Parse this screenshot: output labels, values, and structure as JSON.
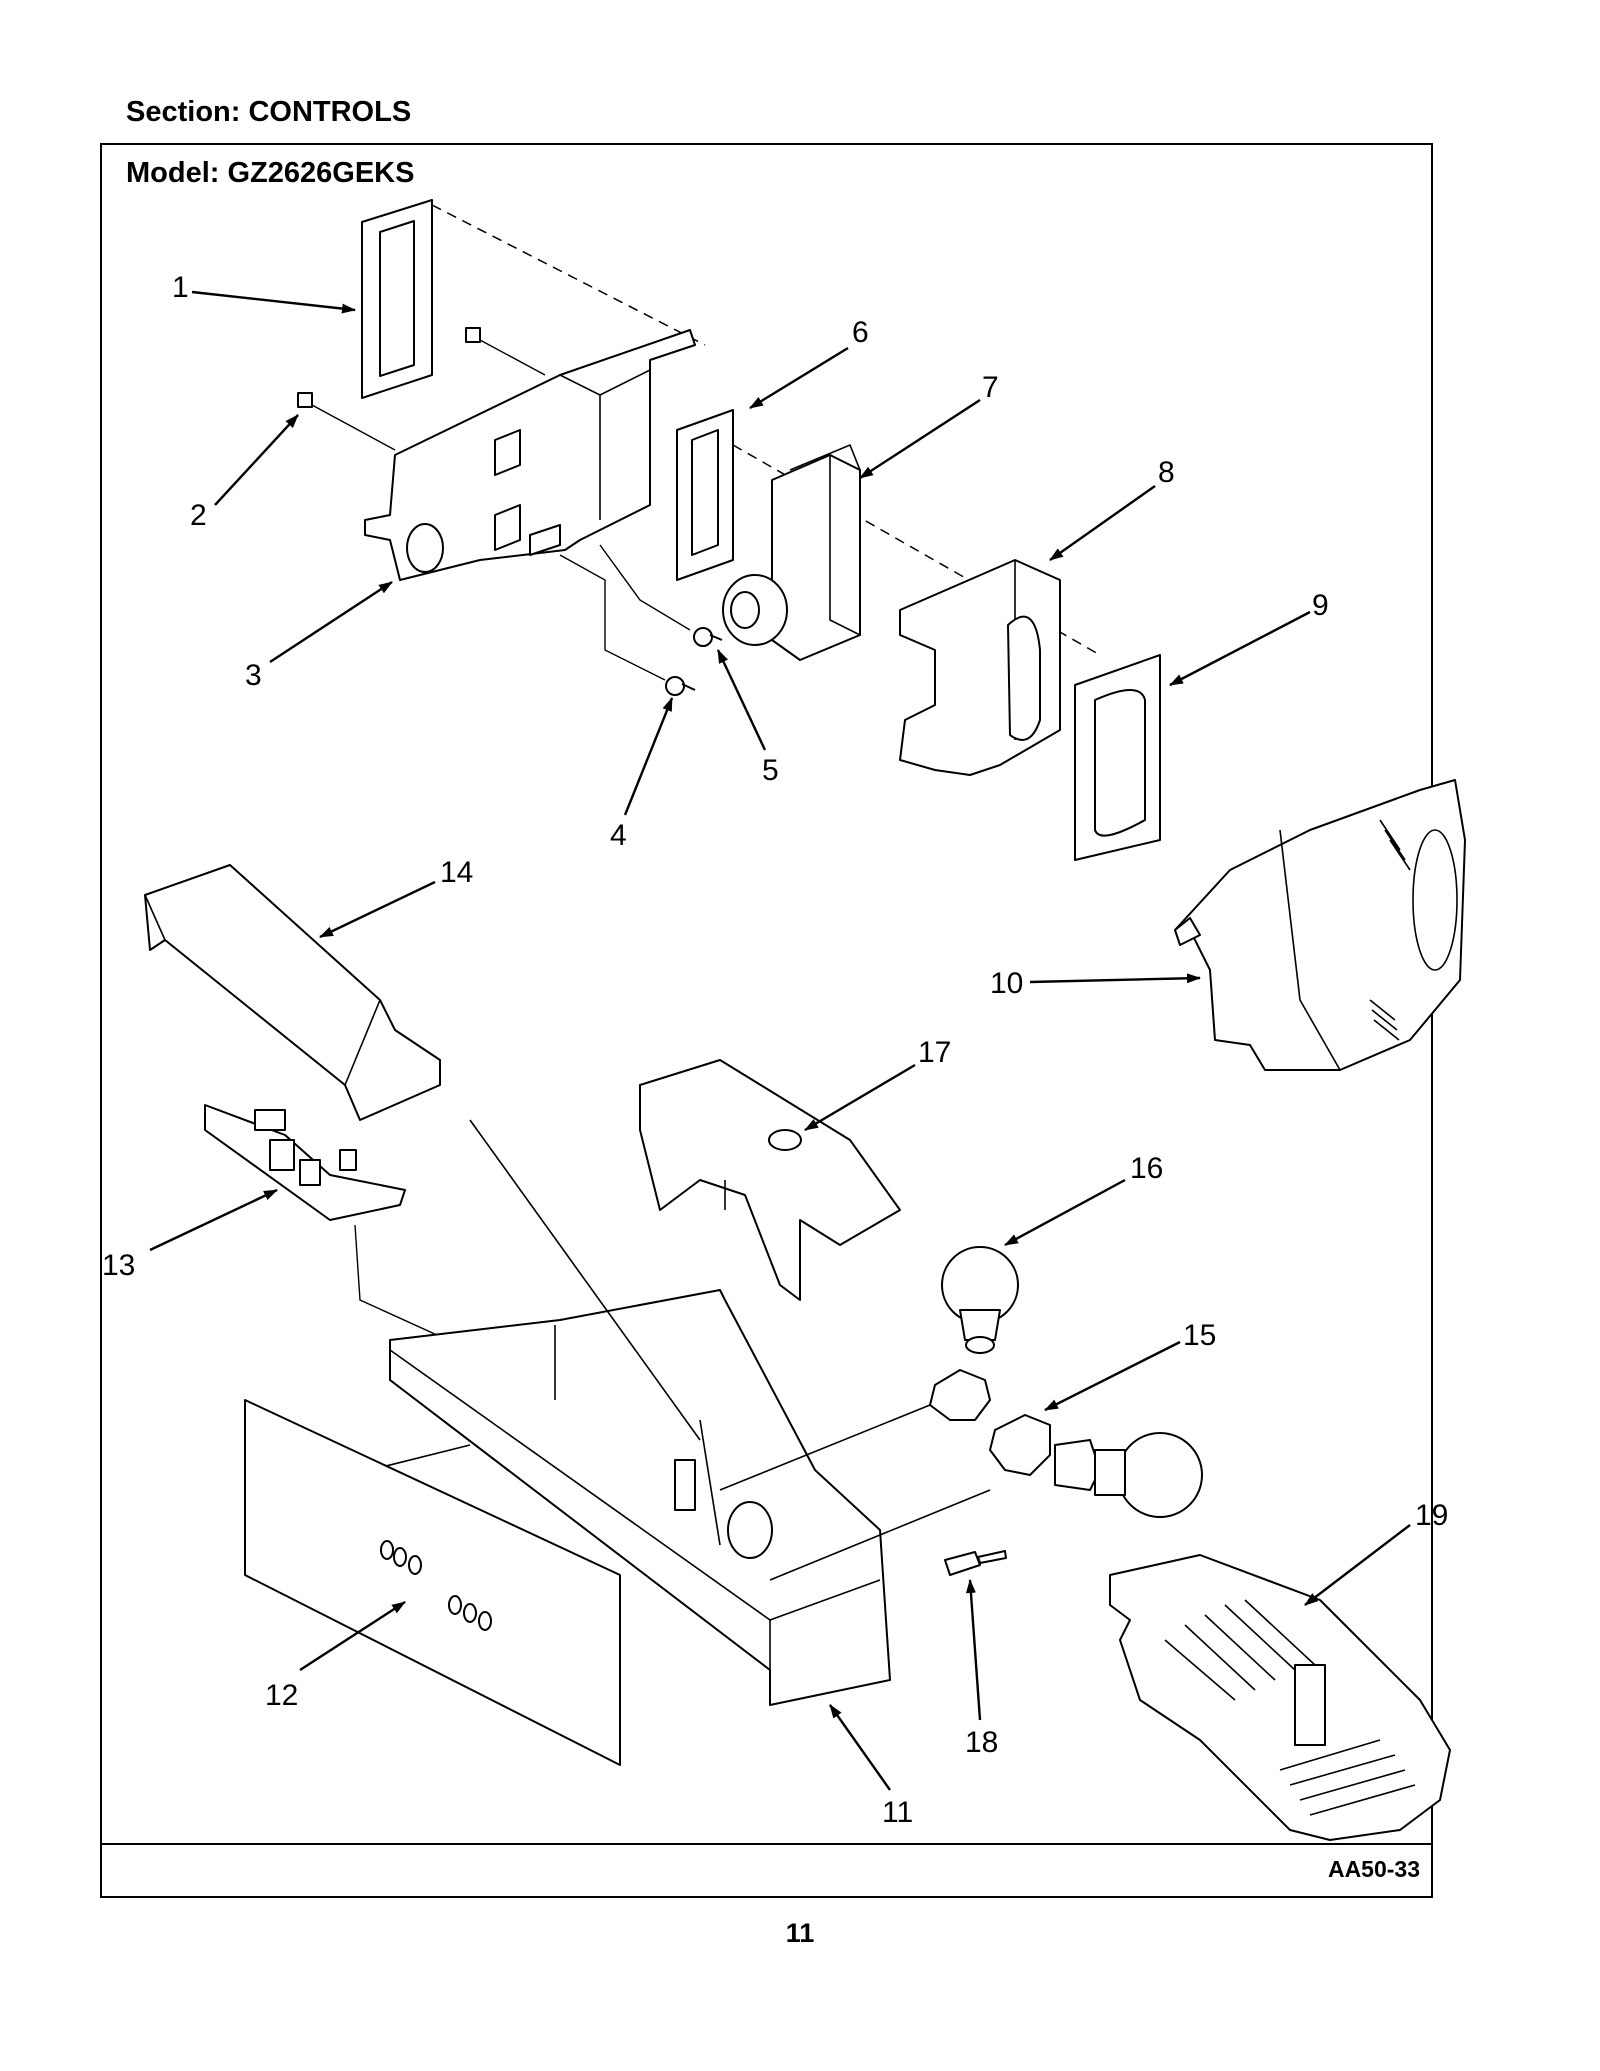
{
  "header": {
    "section": "Section:  CONTROLS",
    "model": "Model:  GZ2626GEKS"
  },
  "footer": {
    "diagram_code": "AA50-33",
    "page_number": "11"
  },
  "callouts": [
    "1",
    "2",
    "3",
    "4",
    "5",
    "6",
    "7",
    "8",
    "9",
    "10",
    "11",
    "12",
    "13",
    "14",
    "15",
    "16",
    "17",
    "18",
    "19"
  ]
}
